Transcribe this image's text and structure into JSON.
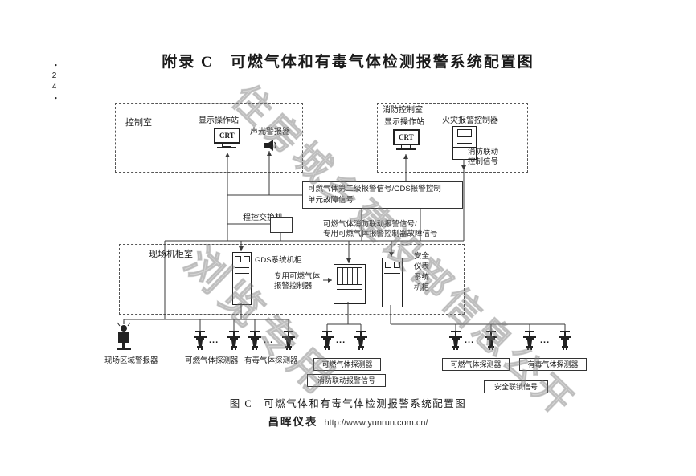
{
  "page": {
    "side_label": "・24・",
    "title": "附录 C　可燃气体和有毒气体检测报警系统配置图",
    "caption": "图 C　可燃气体和有毒气体检测报警系统配置图",
    "footer_logo": "昌晖仪表",
    "footer_url": "http://www.yunrun.com.cn/"
  },
  "watermark": {
    "line1": "住房城乡建设部信息公开",
    "line2": "浏览专用"
  },
  "control_room": {
    "label": "控制室",
    "station": "显示操作站",
    "crt": "CRT",
    "alarm": "声光警报器"
  },
  "fire_room": {
    "label": "消防控制室",
    "station": "显示操作站",
    "crt": "CRT",
    "controller": "火灾报警控制器",
    "linkage_signal": "消防联动\n控制信号"
  },
  "signals": {
    "second_level": "可燃气体第二级报警信号/GDS报警控制\n单元故障信号",
    "switch": "程控交换机",
    "linkage": "可燃气体消防联动报警信号/\n专用可燃气体报警控制器故障信号"
  },
  "field_room": {
    "label": "现场机柜室",
    "gds_cabinet": "GDS系统机柜",
    "dedicated_controller": "专用可燃气体\n报警控制器",
    "sis_cabinet": "安全\n仪表\n系统\n机柜"
  },
  "devices": {
    "area_alarm": "现场区域警报器",
    "combustible_left": "可燃气体探测器",
    "toxic_left": "有毒气体探测器",
    "combustible_mid": "可燃气体探测器",
    "fire_linkage": "消防联动报警信号",
    "combustible_right": "可燃气体探测器",
    "toxic_right": "有毒气体探测器",
    "safety_interlock": "安全联锁信号",
    "ellipsis": "..."
  }
}
